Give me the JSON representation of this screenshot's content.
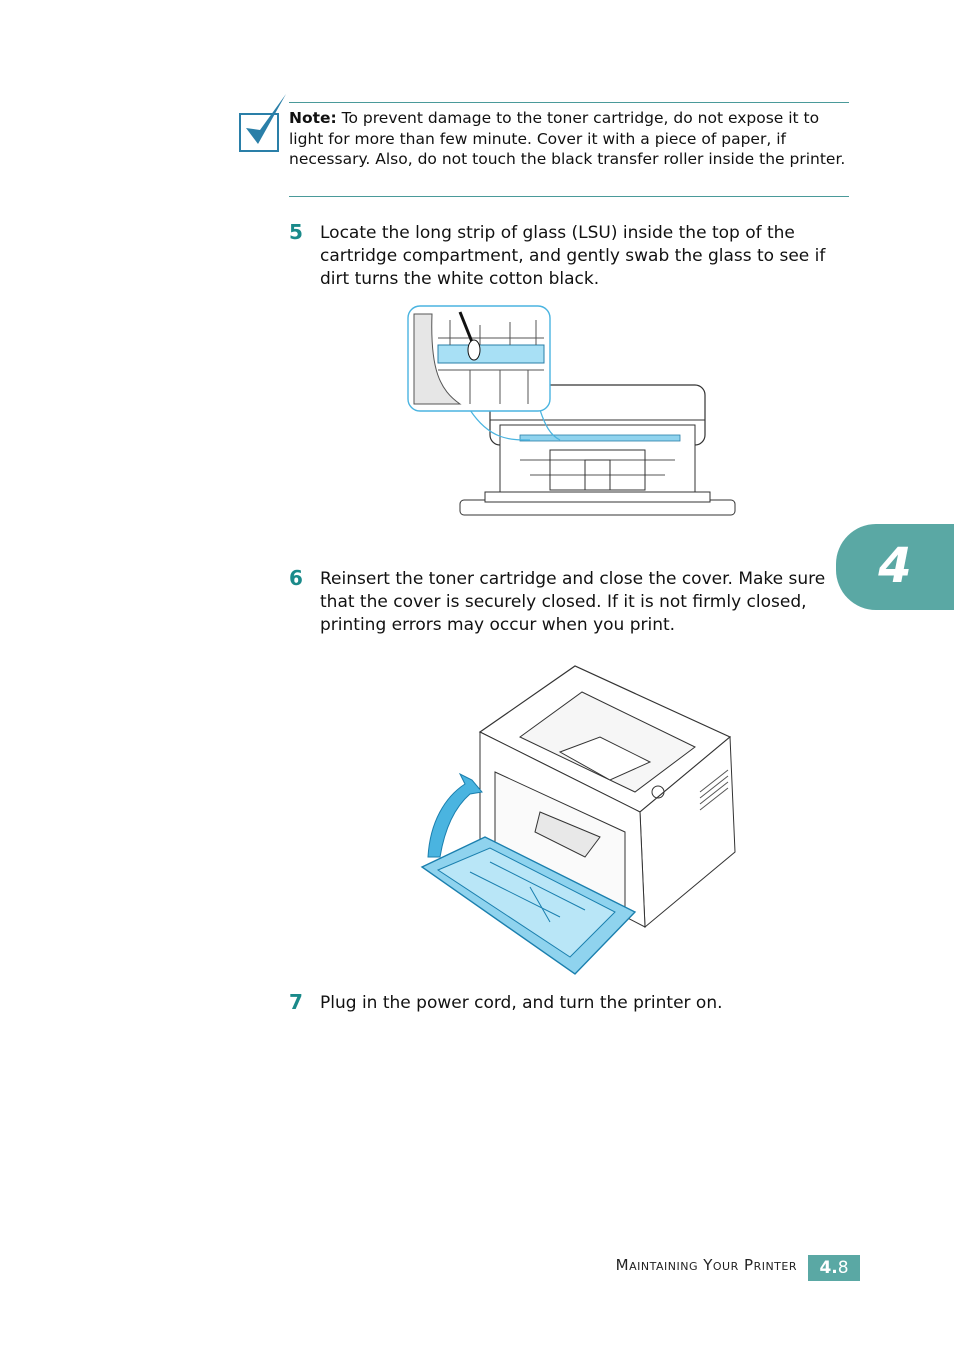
{
  "note": {
    "label": "Note:",
    "text": " To prevent damage to the toner cartridge, do not expose it to light for more than few minute. Cover it with a piece of paper, if necessary. Also, do not touch the black transfer roller inside the printer."
  },
  "steps": [
    {
      "number": "5",
      "text": "Locate the long strip of glass (LSU) inside the top of the cartridge compartment, and gently swab the glass to see if dirt turns the white cotton black."
    },
    {
      "number": "6",
      "text": "Reinsert the toner cartridge and close the cover.  Make sure that the cover is securely closed. If it is not firmly closed, printing errors may occur when you print."
    },
    {
      "number": "7",
      "text": "Plug in the power cord, and turn the printer on."
    }
  ],
  "chapter_tab": "4",
  "footer": {
    "section_title": "Maintaining Your Printer",
    "page_major": "4.",
    "page_minor": "8"
  },
  "colors": {
    "accent": "#5aa8a4",
    "step_number": "#1a8a8a",
    "illustration_blue": "#4ab4e0"
  }
}
